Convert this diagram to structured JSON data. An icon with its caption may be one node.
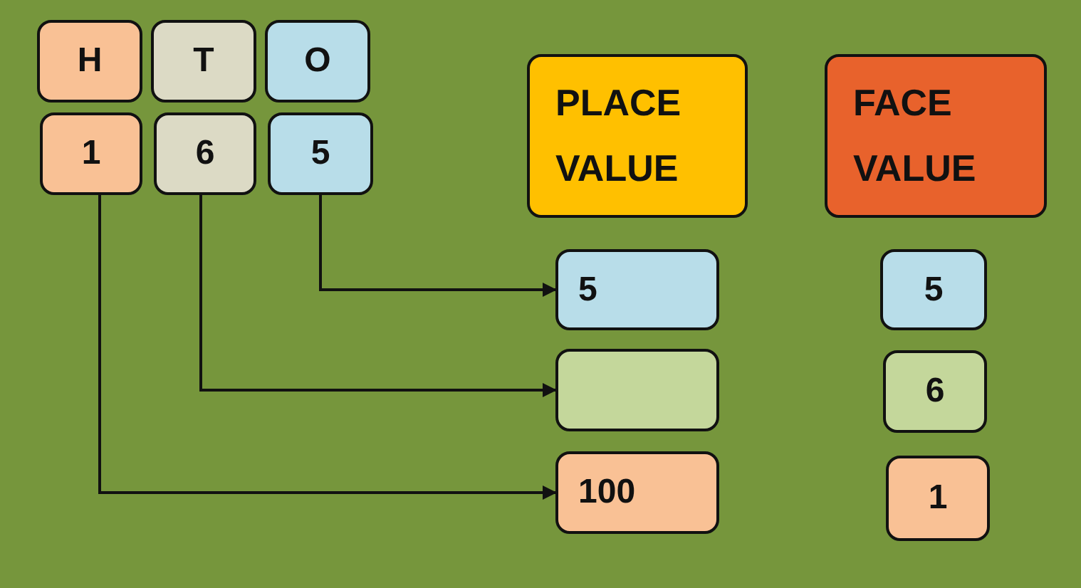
{
  "diagram": {
    "nodes": [
      {
        "text": [
          "H"
        ]
      },
      {
        "text": [
          "T"
        ]
      },
      {
        "text": [
          "O"
        ]
      },
      {
        "text": [
          "1"
        ]
      },
      {
        "text": [
          "6"
        ]
      },
      {
        "text": [
          "5"
        ]
      },
      {
        "text": [
          "PLACE VALUE"
        ]
      },
      {
        "text": [
          "FACE VALUE"
        ]
      },
      {
        "text": [
          "5"
        ]
      },
      {
        "text": [],
        "shape": "box"
      },
      {
        "text": [
          "100"
        ]
      },
      {
        "text": [
          "5"
        ]
      },
      {
        "text": [
          "6"
        ]
      },
      {
        "text": [
          "1"
        ]
      }
    ],
    "edges": [
      {
        "from": 5,
        "to": 8,
        "arrow": "to"
      },
      {
        "from": 4,
        "to": 9,
        "arrow": "to"
      },
      {
        "from": 3,
        "to": 10,
        "arrow": "to"
      }
    ]
  }
}
